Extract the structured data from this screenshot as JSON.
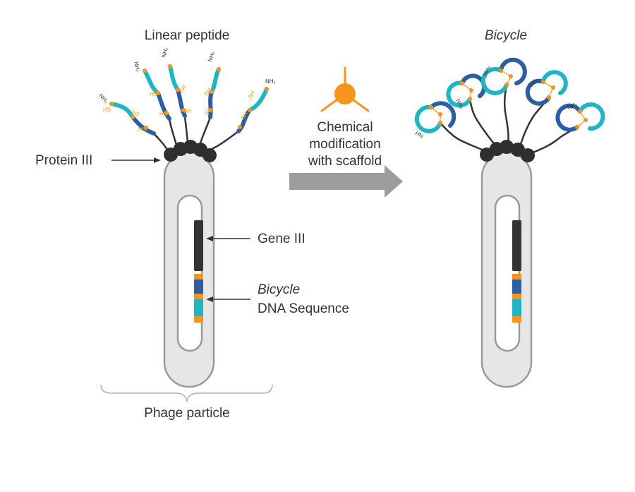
{
  "labels": {
    "linear_peptide": "Linear peptide",
    "bicycle_title": "Bicycle",
    "protein_iii": "Protein III",
    "chem_line1": "Chemical",
    "chem_line2": "modification",
    "chem_line3": "with scaffold",
    "gene_iii": "Gene III",
    "bicycle_dna_line1": "Bicycle",
    "bicycle_dna_line2": "DNA Sequence",
    "phage_particle": "Phage particle"
  },
  "chem_groups": {
    "nh2": "NH₂",
    "sh": "SH",
    "hs": "HS",
    "hn": "HN"
  },
  "colors": {
    "teal": "#1fb5c4",
    "blue": "#2b5fa0",
    "orange": "#f7941d",
    "dark": "#333333",
    "phage_fill": "#e6e6e6",
    "phage_stroke": "#9a9a9a",
    "arrow": "#9d9d9d",
    "protein": "#2f2f2f"
  }
}
